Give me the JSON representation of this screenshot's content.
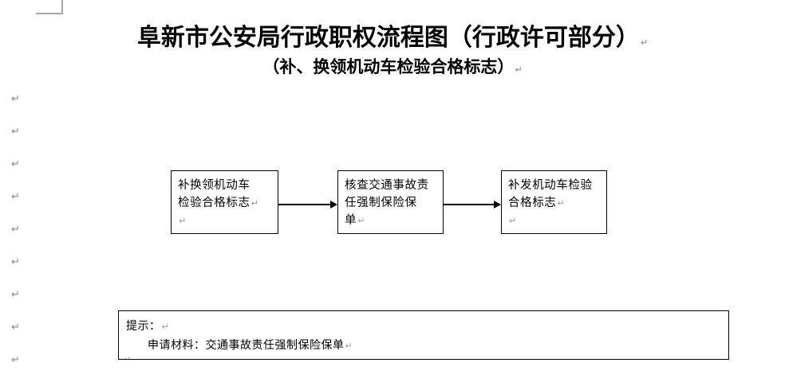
{
  "document": {
    "title": "阜新市公安局行政职权流程图（行政许可部分）",
    "subtitle": "（补、换领机动车检验合格标志）",
    "paragraph_mark": "↵"
  },
  "flowchart": {
    "type": "process-flow",
    "boxes": [
      {
        "id": "box-1",
        "lines": [
          "补换领机动车",
          "检验合格标志"
        ],
        "trailing_mark": "↵",
        "extra_mark": "↵"
      },
      {
        "id": "box-2",
        "lines": [
          "核查交通事故责",
          "任强制保险保",
          "单"
        ],
        "trailing_mark": "↵",
        "extra_mark": ""
      },
      {
        "id": "box-3",
        "lines": [
          "补发机动车检验",
          "合格标志"
        ],
        "trailing_mark": "↵",
        "extra_mark": "↵"
      }
    ],
    "arrows": [
      {
        "id": "arrow-1",
        "from": "box-1",
        "to": "box-2"
      },
      {
        "id": "arrow-2",
        "from": "box-2",
        "to": "box-3"
      }
    ]
  },
  "note": {
    "heading": "提示：",
    "heading_mark": "↵",
    "body": "申请材料：交通事故责任强制保险保单",
    "body_mark": "↵",
    "trailing_mark": "↵"
  },
  "margin_marks": {
    "symbol": "↵",
    "count": 9
  },
  "colors": {
    "page_background": "#ffffff",
    "text": "#000000",
    "border": "#000000",
    "margin_guide": "#a6a6a6",
    "pilcrow": "#8a8a8a"
  }
}
